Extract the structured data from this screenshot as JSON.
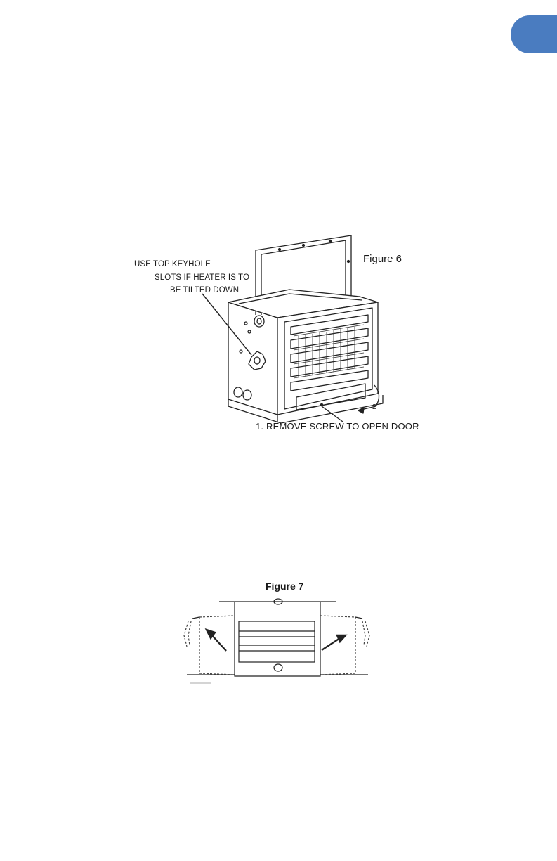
{
  "page": {
    "tab_color": "#4a7cc0"
  },
  "figure6": {
    "title": "Figure 6",
    "callout_line1": "USE TOP KEYHOLE",
    "callout_line2": "SLOTS IF HEATER IS TO",
    "callout_line3": "BE TILTED DOWN",
    "step_marker": "2",
    "bottom_caption": "1. REMOVE SCREW TO OPEN DOOR"
  },
  "figure7": {
    "title": "Figure 7"
  }
}
